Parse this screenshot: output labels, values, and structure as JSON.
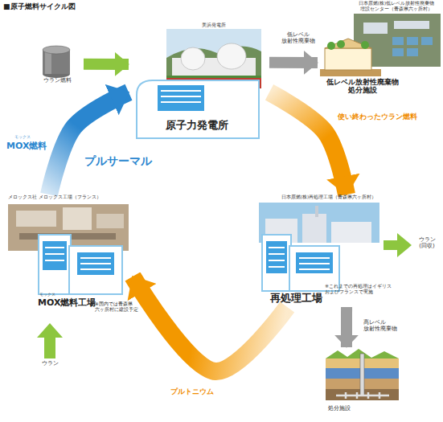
{
  "diagram": {
    "title": "■原子燃料サイクル図",
    "nodes": [
      {
        "text": [
          "ウラン燃料"
        ]
      },
      {
        "text": [
          "美浜発電所",
          "原子力発電所"
        ]
      },
      {
        "text": [
          "日本原燃(株)低レベル放射性廃棄物 埋設センター（青森県六ヶ所村）",
          "低レベル放射性廃棄物 処分施設"
        ]
      },
      {
        "text": [
          "メロックス社 メロックス工場（フランス）",
          "モックス",
          "MOX燃料工場"
        ]
      },
      {
        "text": [
          "日本原燃(株)再処理工場（青森県六ヶ所村）",
          "再処理工場"
        ]
      },
      {
        "text": [
          "処分施設"
        ]
      }
    ],
    "edges": [
      {
        "from": 0,
        "to": 1,
        "arrow": "to"
      },
      {
        "from": 1,
        "to": 2,
        "arrow": "to",
        "label": "低レベル 放射性廃棄物"
      },
      {
        "from": 1,
        "to": 4,
        "arrow": "to",
        "label": "使い終わったウラン燃料"
      },
      {
        "from": 4,
        "to": 5,
        "arrow": "to",
        "label": "高レベル 放射性廃棄物"
      },
      {
        "from": 4,
        "to": 3,
        "arrow": "to",
        "label": "プルトニウム"
      },
      {
        "from": 3,
        "to": 1,
        "arrow": "to",
        "label": "MOX燃料"
      }
    ],
    "labels": [
      "プルサーマル",
      "モックス",
      "ウラン (回収)",
      "※これまでの再処理はイギリス およびフランスで実施",
      "※国内では青森県 六ヶ所村に建設予定",
      "ウラン"
    ]
  }
}
